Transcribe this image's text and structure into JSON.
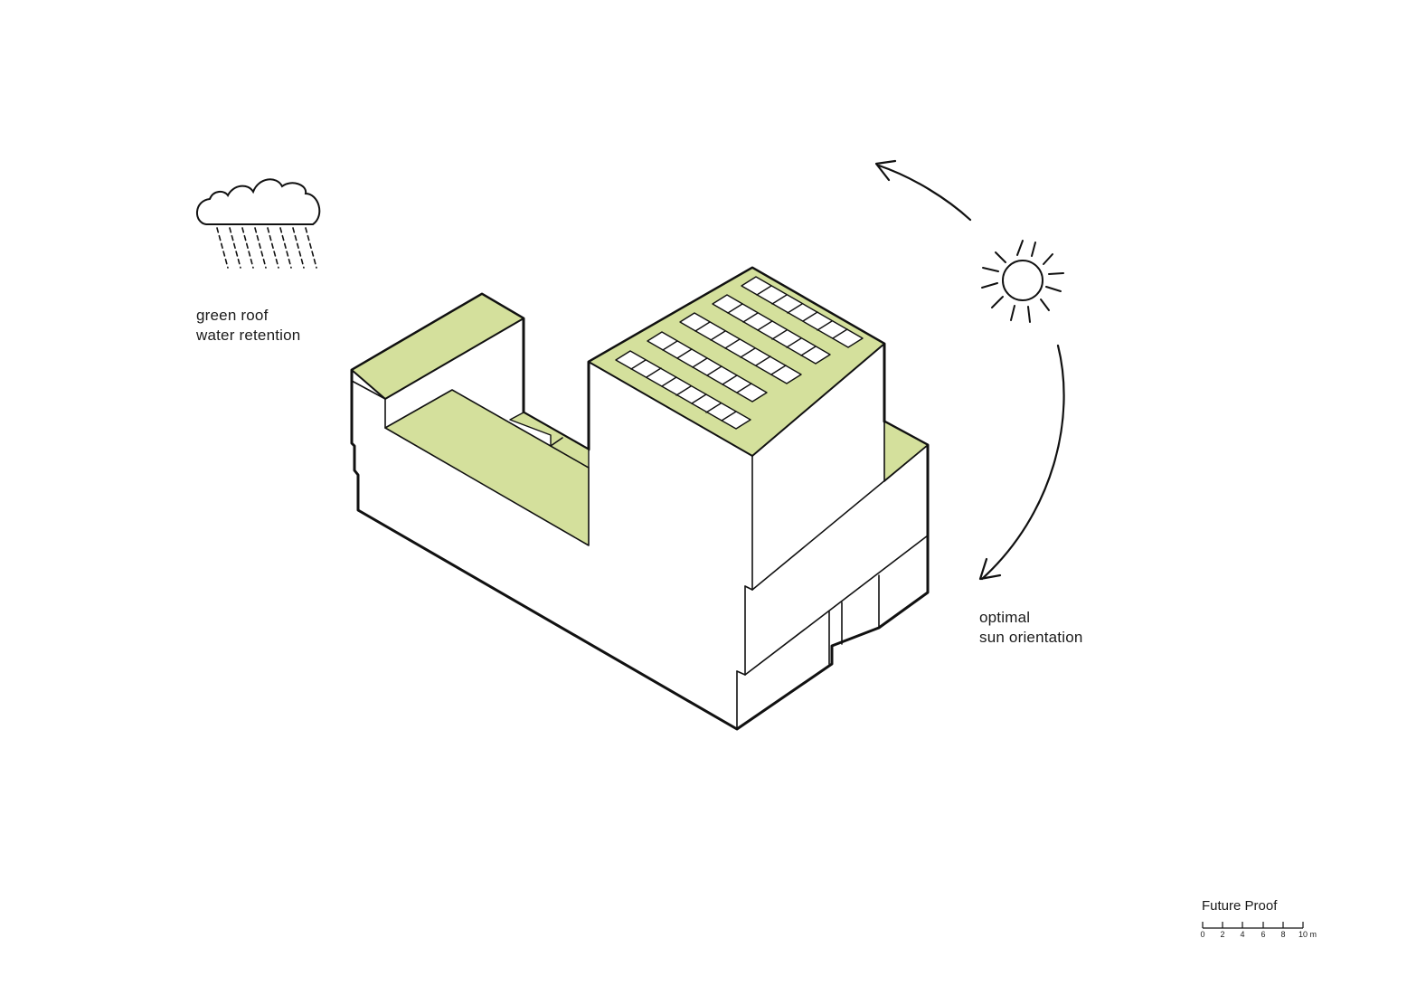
{
  "labels": {
    "rain": [
      "green roof",
      "water retention"
    ],
    "sun": [
      "optimal",
      "sun orientation"
    ]
  },
  "scale_bar": {
    "title": "Future Proof",
    "ticks": [
      "0",
      "2",
      "4",
      "6",
      "8",
      "10 m"
    ]
  },
  "colors": {
    "green_roof": "#d4e09c",
    "line": "#111111",
    "background": "#ffffff"
  },
  "icons": [
    "rain-cloud-icon",
    "sun-icon",
    "counterclockwise-arrow-icon",
    "clockwise-arrow-icon"
  ]
}
